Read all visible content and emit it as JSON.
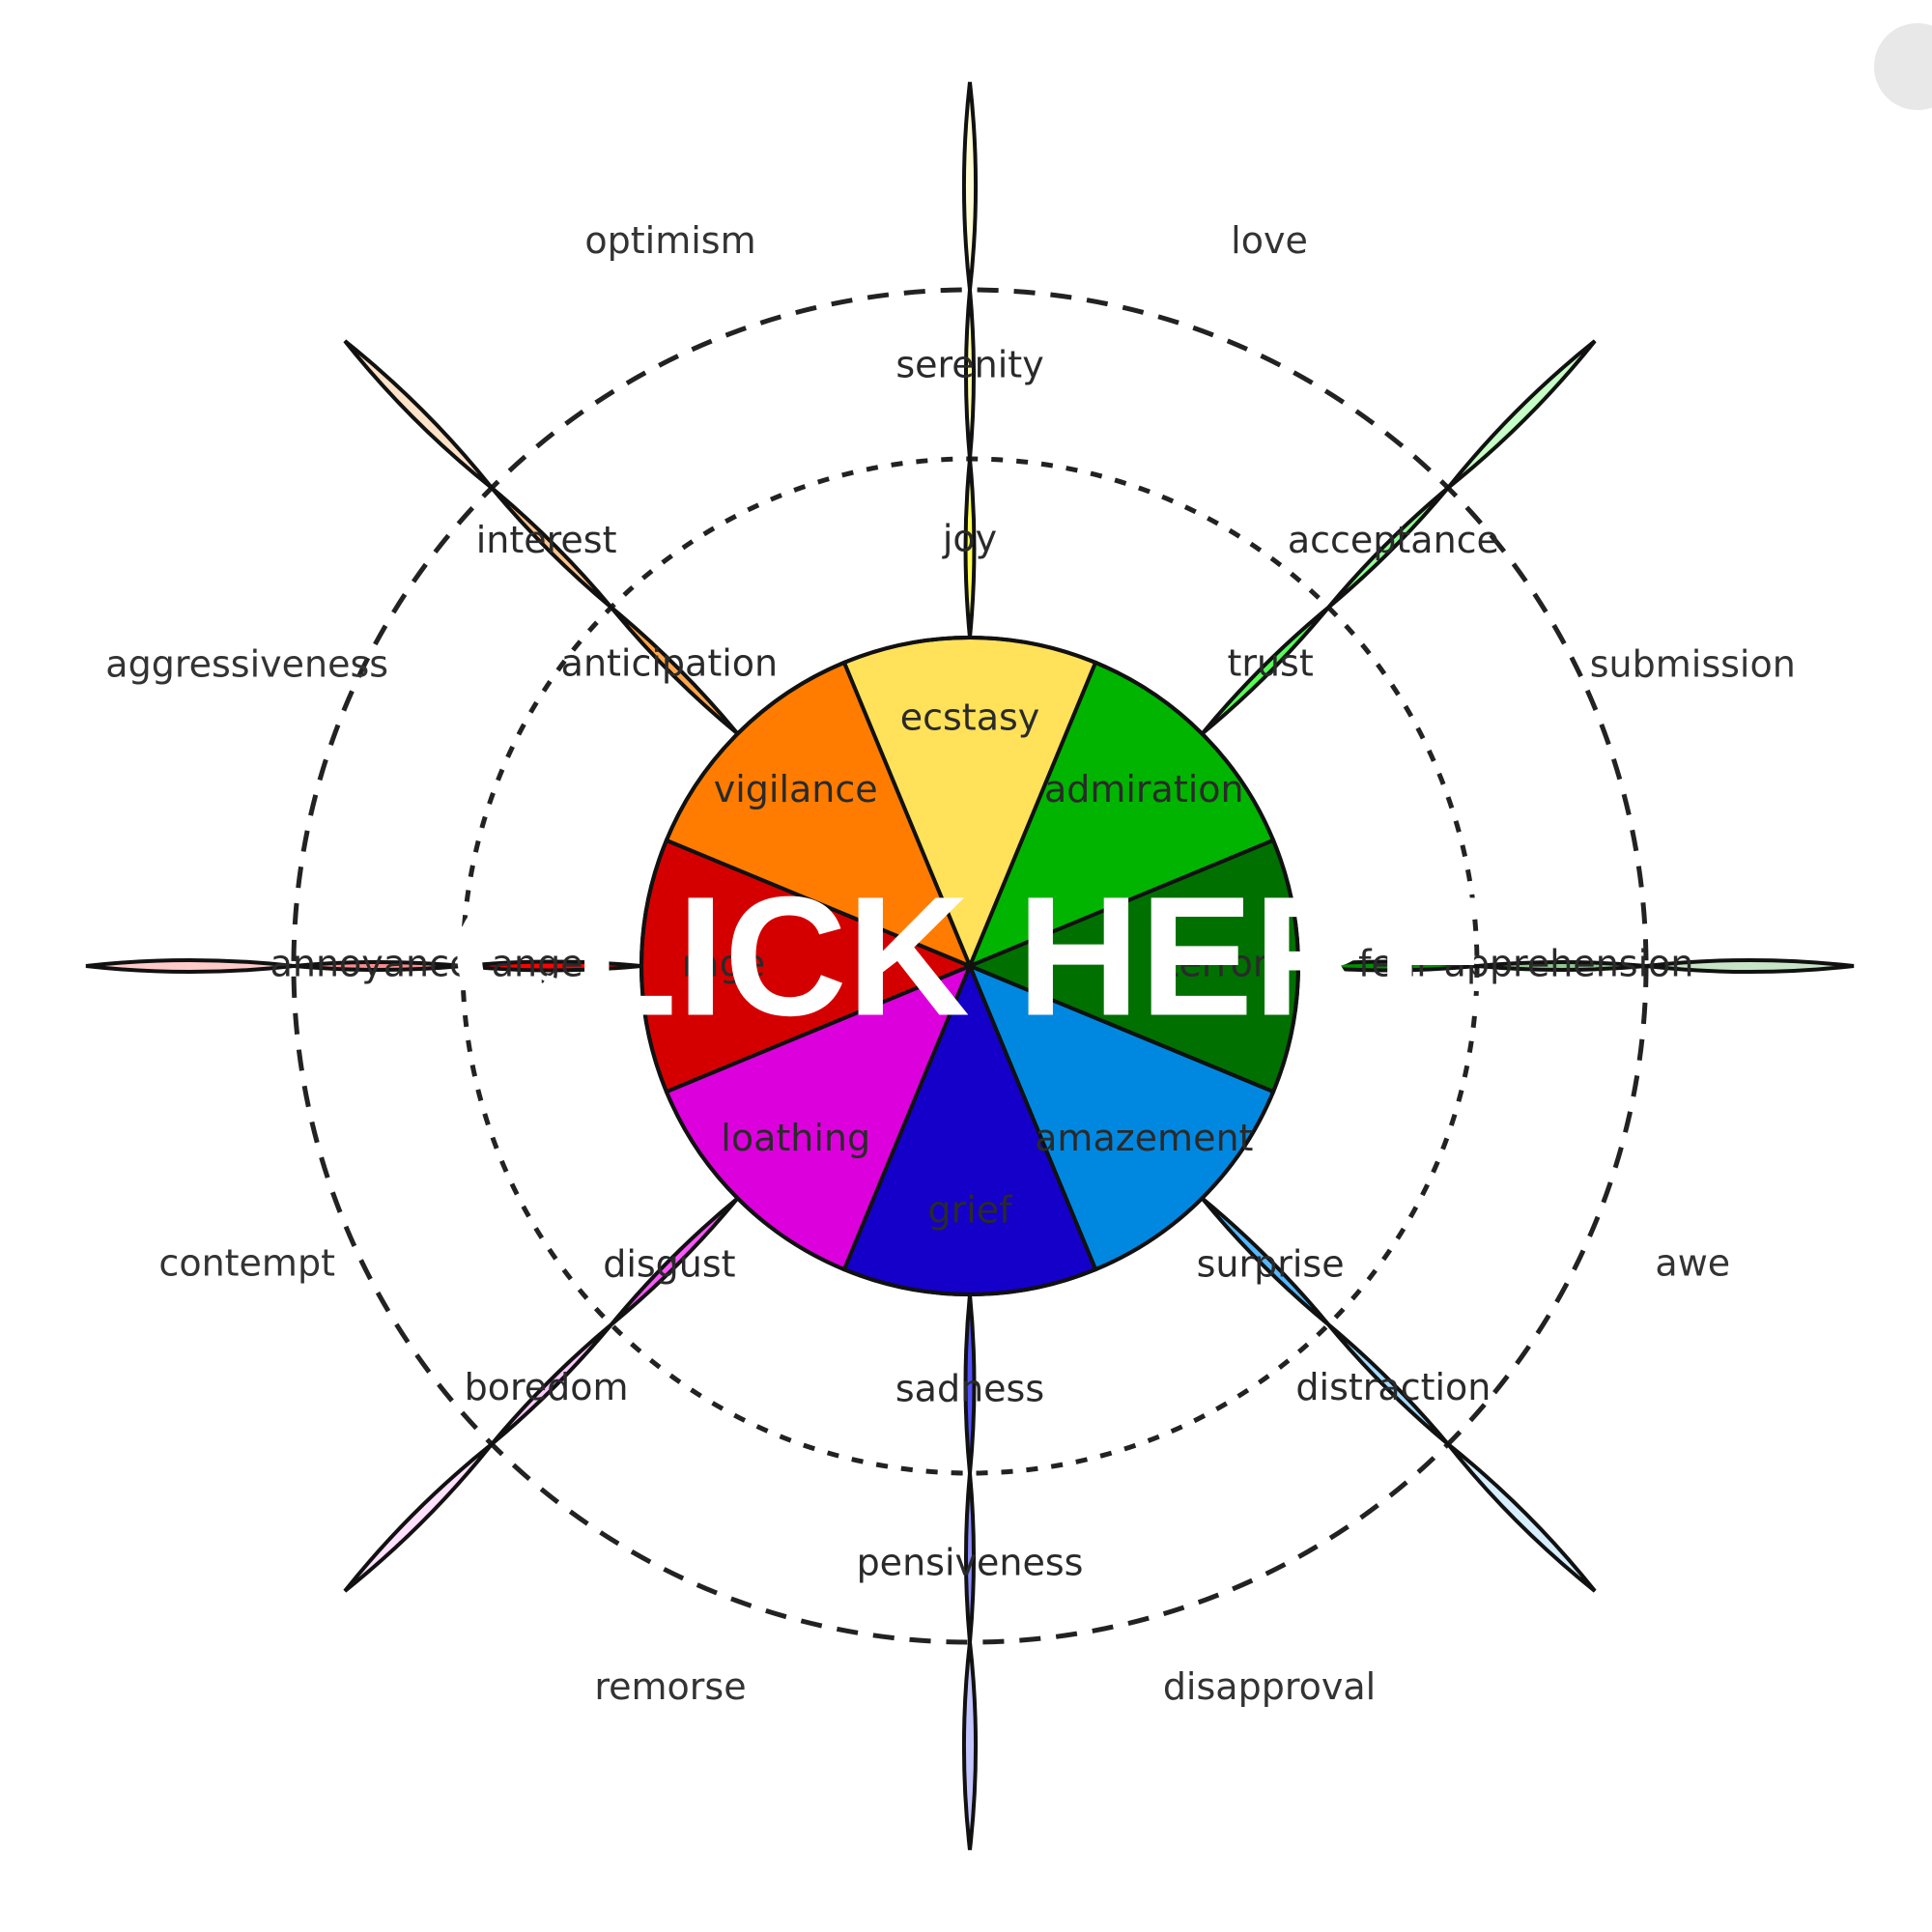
{
  "cta": {
    "label": "CLICK HERE"
  },
  "petals": [
    {
      "id": "yellow",
      "outer": "serenity",
      "middle": "joy",
      "inner": "ecstasy",
      "colors": [
        "#fffcd6",
        "#ffffaa",
        "#ffff55",
        "#ffe15a"
      ]
    },
    {
      "id": "light-green",
      "outer": "acceptance",
      "middle": "trust",
      "inner": "admiration",
      "colors": [
        "#c6ffc6",
        "#92ff92",
        "#55ff55",
        "#00b400"
      ]
    },
    {
      "id": "dark-green",
      "outer": "apprehension",
      "middle": "fear",
      "inner": "terror",
      "colors": [
        "#c8e4c8",
        "#8fc98f",
        "#009100",
        "#007000"
      ]
    },
    {
      "id": "light-blue",
      "outer": "distraction",
      "middle": "surprise",
      "inner": "amazement",
      "colors": [
        "#d6eeff",
        "#a6daff",
        "#55b7ff",
        "#0088e0"
      ]
    },
    {
      "id": "blue",
      "outer": "pensiveness",
      "middle": "sadness",
      "inner": "grief",
      "colors": [
        "#c4c4ff",
        "#8c8cff",
        "#5050ff",
        "#1400c8"
      ]
    },
    {
      "id": "purple",
      "outer": "boredom",
      "middle": "disgust",
      "inner": "loathing",
      "colors": [
        "#ffe0ff",
        "#ffc8ff",
        "#ff55ff",
        "#dc00dc"
      ]
    },
    {
      "id": "red",
      "outer": "annoyance",
      "middle": "anger",
      "inner": "rage",
      "colors": [
        "#ffcaca",
        "#ff8c8c",
        "#ff0000",
        "#d40000"
      ]
    },
    {
      "id": "orange",
      "outer": "interest",
      "middle": "anticipation",
      "inner": "vigilance",
      "colors": [
        "#ffe2c8",
        "#ffc38e",
        "#ffa64d",
        "#ff7c00"
      ]
    }
  ],
  "dyads": [
    "love",
    "submission",
    "awe",
    "disapproval",
    "remorse",
    "contempt",
    "aggressiveness",
    "optimism"
  ]
}
